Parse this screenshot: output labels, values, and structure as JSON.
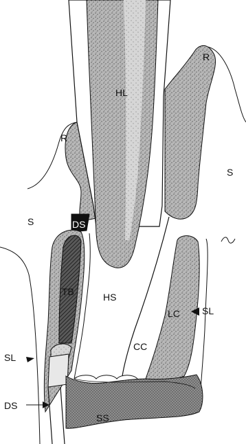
{
  "labels": {
    "hl": "HL",
    "r_top": "R",
    "r_left": "R",
    "s_right": "S",
    "s_left": "S",
    "ds_top": "DS",
    "tb": "TB",
    "hs": "HS",
    "lc": "LC",
    "sl_right": "SL",
    "cc": "CC",
    "sl_left": "SL",
    "ds_bottom": "DS",
    "ss": "SS"
  },
  "colors": {
    "ink": "#111111",
    "tissue_fill": "#9a9a9a",
    "light_fill": "#c8c8c8",
    "paper": "#ffffff"
  }
}
